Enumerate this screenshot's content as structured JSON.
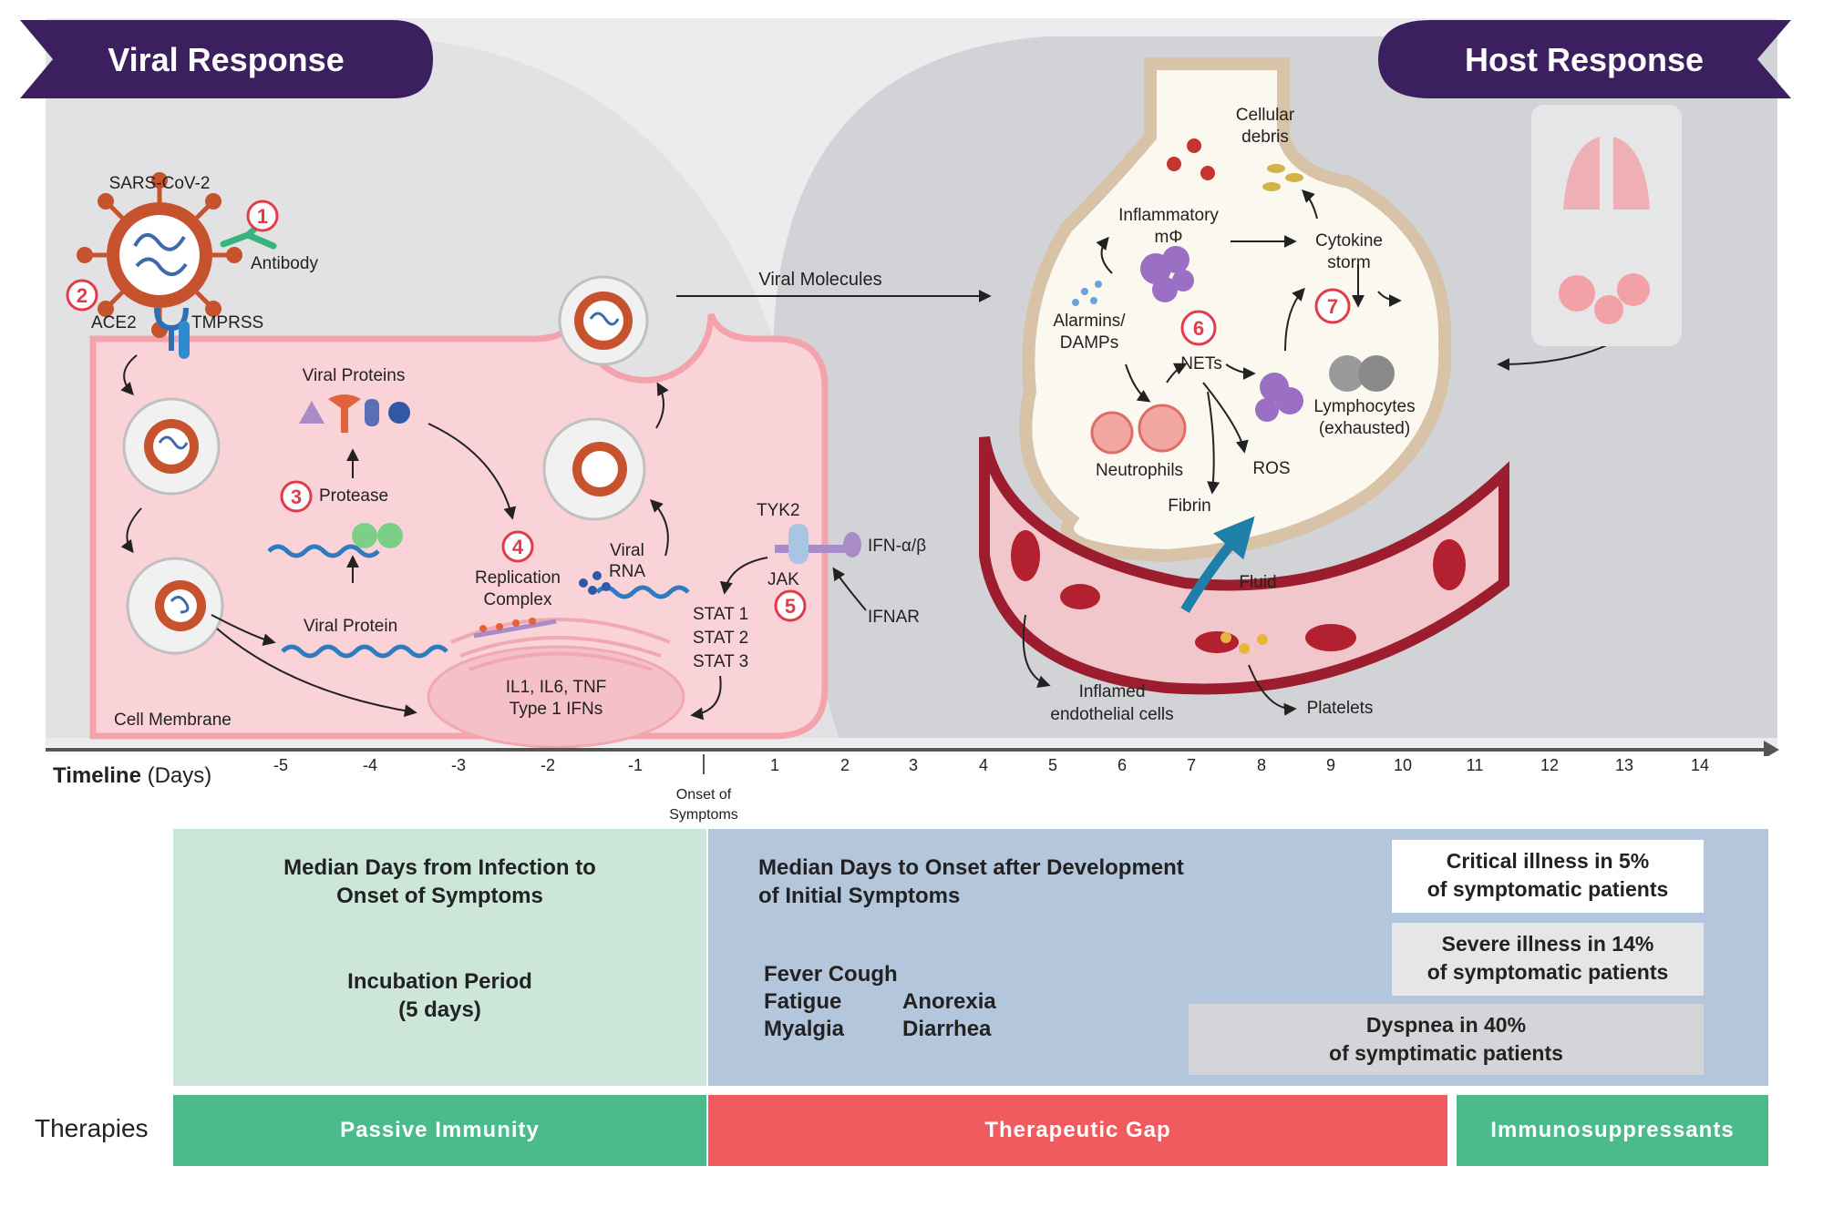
{
  "banners": {
    "left": "Viral Response",
    "right": "Host Response"
  },
  "viral": {
    "virus_label": "SARS-CoV-2",
    "antibody": "Antibody",
    "ace2": "ACE2",
    "tmprss": "TMPRSS",
    "viral_proteins": "Viral Proteins",
    "protease": "Protease",
    "viral_protein": "Viral Protein",
    "replication_1": "Replication",
    "replication_2": "Complex",
    "viral_rna_1": "Viral",
    "viral_rna_2": "RNA",
    "cell_membrane": "Cell Membrane",
    "nucleus_1": "IL1, IL6, TNF",
    "nucleus_2": "Type 1 IFNs",
    "tyk2": "TYK2",
    "jak": "JAK",
    "ifn": "IFN-α/β",
    "ifnar": "IFNAR",
    "stat1": "STAT 1",
    "stat2": "STAT 2",
    "stat3": "STAT 3",
    "viral_molecules": "Viral Molecules"
  },
  "host": {
    "cellular_debris_1": "Cellular",
    "cellular_debris_2": "debris",
    "inflammatory_1": "Inflammatory",
    "inflammatory_2": "mΦ",
    "cytokine_1": "Cytokine",
    "cytokine_2": "storm",
    "alarmins_1": "Alarmins/",
    "alarmins_2": "DAMPs",
    "nets": "NETs",
    "lymph_1": "Lymphocytes",
    "lymph_2": "(exhausted)",
    "neutrophils": "Neutrophils",
    "ros": "ROS",
    "fibrin": "Fibrin",
    "fluid": "Fluid",
    "inflamed_1": "Inflamed",
    "inflamed_2": "endothelial cells",
    "platelets": "Platelets"
  },
  "steps": [
    "1",
    "2",
    "3",
    "4",
    "5",
    "6",
    "7"
  ],
  "timeline": {
    "label_bold": "Timeline",
    "label_unit": "(Days)",
    "ticks": [
      "-5",
      "-4",
      "-3",
      "-2",
      "-1",
      "1",
      "2",
      "3",
      "4",
      "5",
      "6",
      "7",
      "8",
      "9",
      "10",
      "11",
      "12",
      "13",
      "14"
    ],
    "onset_1": "Onset of",
    "onset_2": "Symptoms"
  },
  "panels": {
    "green_title_1": "Median Days from Infection to",
    "green_title_2": "Onset of Symptoms",
    "incubation_1": "Incubation Period",
    "incubation_2": "(5 days)",
    "blue_title_1": "Median Days to Onset after Development",
    "blue_title_2": "of Initial Symptoms",
    "sym_fever_cough": "Fever Cough",
    "sym_fatigue": "Fatigue",
    "sym_anorexia": "Anorexia",
    "sym_myalgia": "Myalgia",
    "sym_diarrhea": "Diarrhea",
    "critical_1": "Critical illness in 5%",
    "critical_2": "of symptomatic patients",
    "severe_1": "Severe illness in 14%",
    "severe_2": "of symptomatic patients",
    "dyspnea_1": "Dyspnea in 40%",
    "dyspnea_2": "of symptimatic patients"
  },
  "therapies": {
    "label": "Therapies",
    "passive": "Passive Immunity",
    "gap": "Therapeutic Gap",
    "immuno": "Immunosuppressants"
  },
  "colors": {
    "banner": "#3b1f5e",
    "cell": "#f9d3d8",
    "cell_border": "#f4a3ad",
    "step": "#e23b4a",
    "green_panel": "#cce7d9",
    "blue_panel": "#b4c6dc",
    "passive": "#4bbb8b",
    "gap": "#ef5b5f",
    "immuno": "#4bbb8b"
  }
}
